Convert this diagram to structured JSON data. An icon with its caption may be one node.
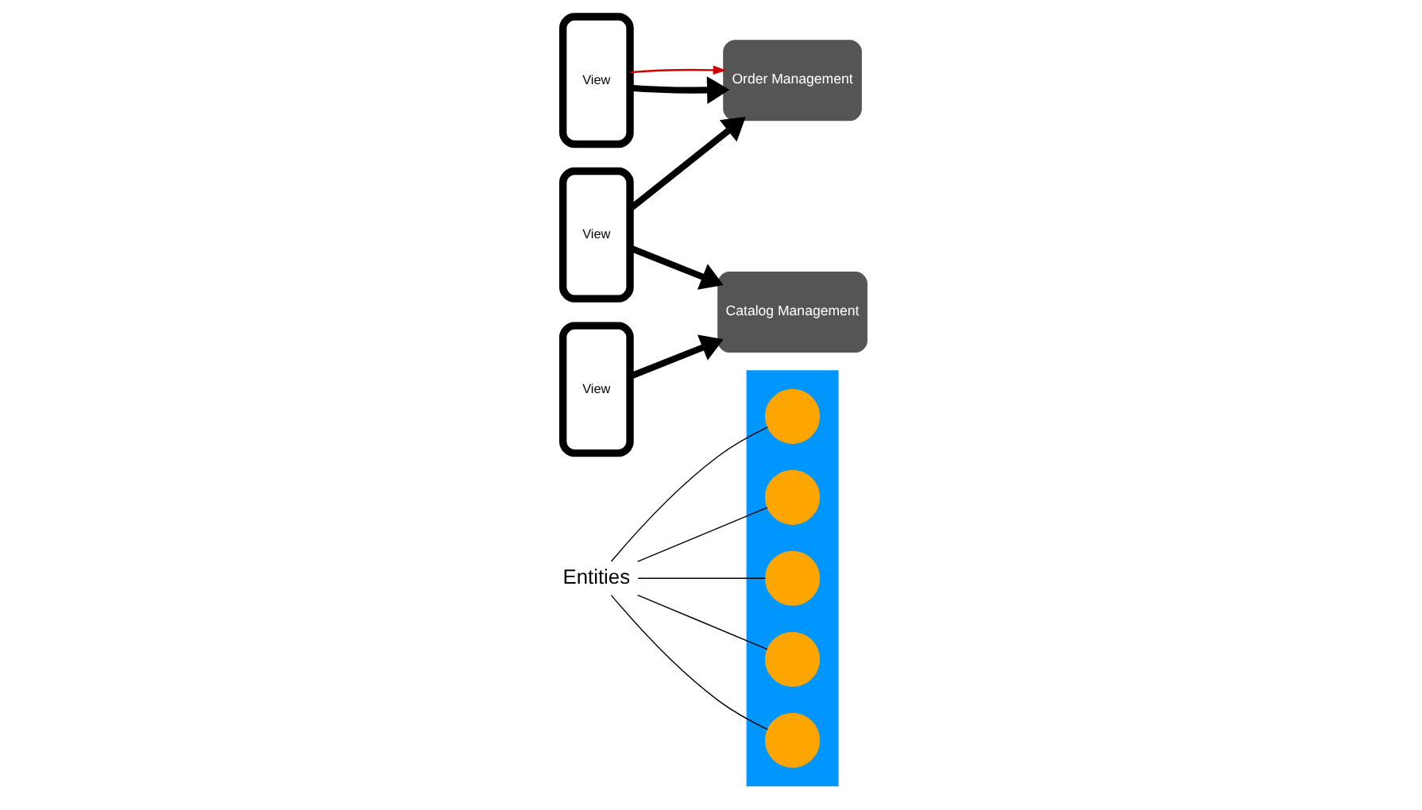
{
  "diagram": {
    "nodes": [
      {
        "text": [
          "Entities"
        ]
      },
      {
        "text": [
          "View"
        ]
      },
      {
        "text": [
          "Order Management"
        ]
      },
      {
        "text": [],
        "shape": "box"
      },
      {
        "text": [],
        "shape": "circle",
        "in": 3
      },
      {
        "text": [],
        "shape": "circle",
        "in": 3
      },
      {
        "text": [],
        "shape": "circle",
        "in": 3
      },
      {
        "text": [],
        "shape": "circle",
        "in": 3
      },
      {
        "text": [],
        "shape": "circle",
        "in": 3
      },
      {
        "text": [
          "View"
        ]
      },
      {
        "text": [
          "View"
        ]
      },
      {
        "text": [
          "Catalog Management"
        ]
      }
    ],
    "edges": [
      {
        "from": 1,
        "to": 2,
        "arrow": "to",
        "style": "thick"
      },
      {
        "from": 1,
        "to": 2,
        "arrow": "to",
        "color": "#cc0000"
      },
      {
        "from": 9,
        "to": 2,
        "arrow": "to",
        "style": "thick"
      },
      {
        "from": 9,
        "to": 11,
        "arrow": "to",
        "style": "thick"
      },
      {
        "from": 10,
        "to": 11,
        "arrow": "to",
        "style": "thick"
      },
      {
        "from": 0,
        "to": 4,
        "arrow": "none"
      },
      {
        "from": 0,
        "to": 5,
        "arrow": "none"
      },
      {
        "from": 0,
        "to": 6,
        "arrow": "none"
      },
      {
        "from": 0,
        "to": 7,
        "arrow": "none"
      },
      {
        "from": 0,
        "to": 8,
        "arrow": "none"
      }
    ]
  }
}
